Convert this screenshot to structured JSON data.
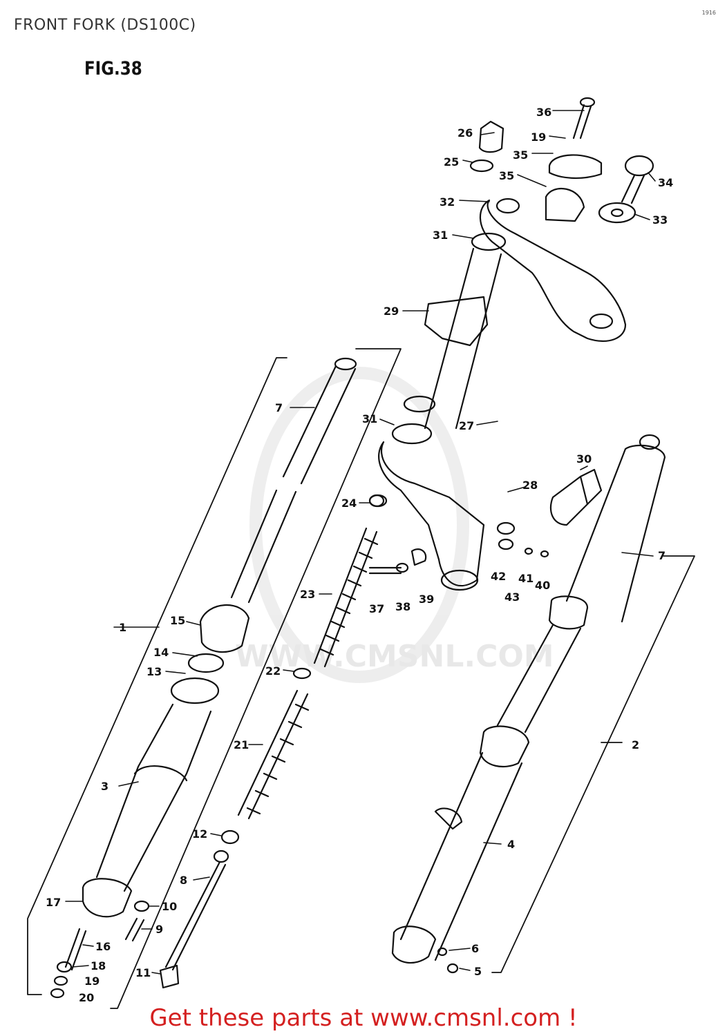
{
  "page": {
    "title": "FRONT FORK (DS100C)",
    "corner_code": "1916",
    "figure": "FIG.38",
    "footer_link": "Get these parts at www.cmsnl.com !"
  },
  "watermark": {
    "text": "WWW.CMSNL.COM"
  },
  "callouts": [
    {
      "id": "c36",
      "text": "36"
    },
    {
      "id": "c19a",
      "text": "19"
    },
    {
      "id": "c26",
      "text": "26"
    },
    {
      "id": "c35a",
      "text": "35"
    },
    {
      "id": "c25",
      "text": "25"
    },
    {
      "id": "c35b",
      "text": "35"
    },
    {
      "id": "c34",
      "text": "34"
    },
    {
      "id": "c32",
      "text": "32"
    },
    {
      "id": "c33",
      "text": "33"
    },
    {
      "id": "c31a",
      "text": "31"
    },
    {
      "id": "c29",
      "text": "29"
    },
    {
      "id": "c7a",
      "text": "7"
    },
    {
      "id": "c31b",
      "text": "31"
    },
    {
      "id": "c27",
      "text": "27"
    },
    {
      "id": "c30",
      "text": "30"
    },
    {
      "id": "c28",
      "text": "28"
    },
    {
      "id": "c24",
      "text": "24"
    },
    {
      "id": "c7b",
      "text": "7"
    },
    {
      "id": "c42",
      "text": "42"
    },
    {
      "id": "c41",
      "text": "41"
    },
    {
      "id": "c40",
      "text": "40"
    },
    {
      "id": "c43",
      "text": "43"
    },
    {
      "id": "c23",
      "text": "23"
    },
    {
      "id": "c37",
      "text": "37"
    },
    {
      "id": "c38",
      "text": "38"
    },
    {
      "id": "c39",
      "text": "39"
    },
    {
      "id": "c1",
      "text": "1"
    },
    {
      "id": "c15",
      "text": "15"
    },
    {
      "id": "c14",
      "text": "14"
    },
    {
      "id": "c13",
      "text": "13"
    },
    {
      "id": "c22",
      "text": "22"
    },
    {
      "id": "c21",
      "text": "21"
    },
    {
      "id": "c2",
      "text": "2"
    },
    {
      "id": "c3",
      "text": "3"
    },
    {
      "id": "c12",
      "text": "12"
    },
    {
      "id": "c4",
      "text": "4"
    },
    {
      "id": "c8",
      "text": "8"
    },
    {
      "id": "c17",
      "text": "17"
    },
    {
      "id": "c10",
      "text": "10"
    },
    {
      "id": "c9",
      "text": "9"
    },
    {
      "id": "c16",
      "text": "16"
    },
    {
      "id": "c6",
      "text": "6"
    },
    {
      "id": "c18",
      "text": "18"
    },
    {
      "id": "c11",
      "text": "11"
    },
    {
      "id": "c5",
      "text": "5"
    },
    {
      "id": "c19b",
      "text": "19"
    },
    {
      "id": "c20",
      "text": "20"
    }
  ]
}
